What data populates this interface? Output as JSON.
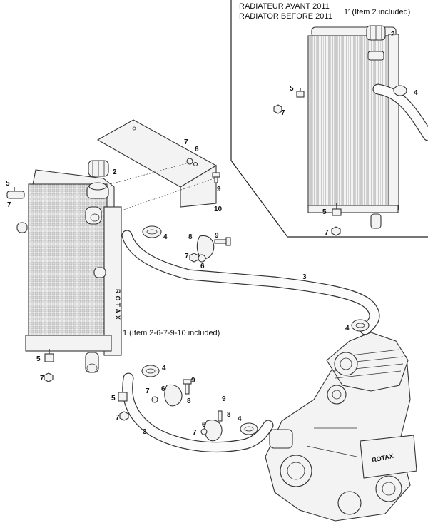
{
  "inset": {
    "title_fr": "RADIATEUR AVANT 2011",
    "title_en": "RADIATOR BEFORE 2011",
    "item_note": "11(Item 2 included)"
  },
  "main_item_note": "1 (Item 2-6-7-9-10 included)",
  "callouts": {
    "c2a": "2",
    "c4a": "4",
    "c5a": "5",
    "c7a": "7",
    "c5b": "5",
    "c7b": "7",
    "c7c": "7",
    "c6c": "6",
    "c9c": "9",
    "c10": "10",
    "c2b": "2",
    "c5c": "5",
    "c7d": "7",
    "c4b": "4",
    "c8a": "8",
    "c9a": "9",
    "c7e": "7",
    "c6a": "6",
    "c3a": "3",
    "c4c": "4",
    "c5d": "5",
    "c7f": "7",
    "c4d": "4",
    "c9b": "9",
    "c7g": "7",
    "c6b": "6",
    "c8b": "8",
    "c5e": "5",
    "c7h": "7",
    "c9d": "9",
    "c8c": "8",
    "c4e": "4",
    "c7i": "7",
    "c6d": "6",
    "c3b": "3"
  },
  "radiator_badge": "ROTAX",
  "engine_badge": "ROTAX"
}
